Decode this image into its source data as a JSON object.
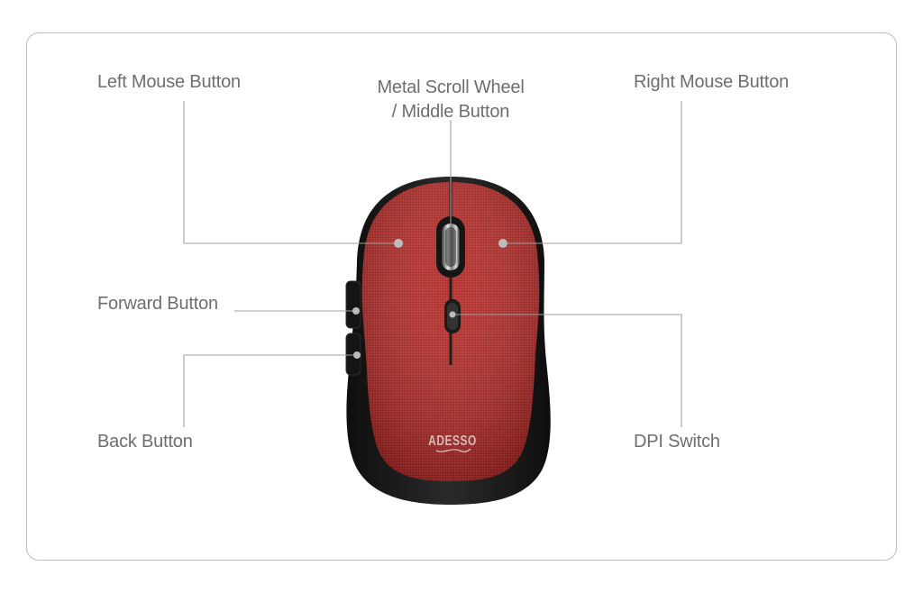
{
  "labels": {
    "left_button": "Left Mouse Button",
    "scroll_wheel_line1": "Metal Scroll Wheel",
    "scroll_wheel_line2": "/ Middle Button",
    "right_button": "Right Mouse Button",
    "forward_button": "Forward Button",
    "back_button": "Back Button",
    "dpi_switch": "DPI Switch"
  },
  "brand": {
    "logo_text": "ADESSO"
  },
  "colors": {
    "fabric": "#b8302c",
    "body": "#1c1c1c",
    "leader_line": "#9a9a9a",
    "label_text": "#6e6e6e",
    "marker_dot": "#b8b8b8"
  }
}
